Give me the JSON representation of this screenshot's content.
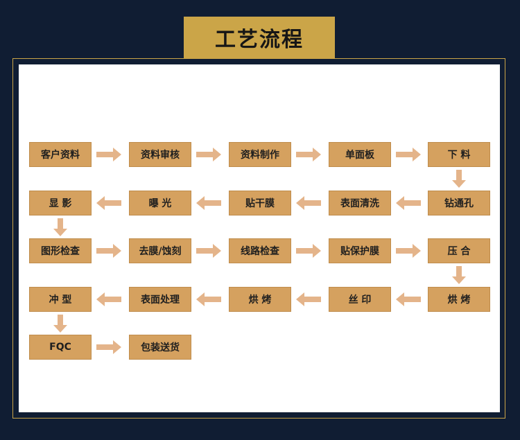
{
  "header": {
    "title": "工艺流程"
  },
  "steps": {
    "kehu_ziliao": "客户资料",
    "ziliao_shenhe": "资料审核",
    "ziliao_zhizuo": "资料制作",
    "dan_mianban": "单面板",
    "xia_liao": "下 料",
    "zuan_tongkong": "钻通孔",
    "biaomian_qingxi": "表面清洗",
    "tie_ganmo": "贴干膜",
    "baoguang": "曝 光",
    "xianying": "显 影",
    "tuxing_jiancha": "图形检查",
    "qumo_shike": "去膜/蚀刻",
    "xianlu_jiancha": "线路检查",
    "tie_baohumo": "贴保护膜",
    "yahe": "压 合",
    "hongkao_1": "烘 烤",
    "siyin": "丝 印",
    "hongkao_2": "烘 烤",
    "biaomian_chuli": "表面处理",
    "chongxing": "冲 型",
    "fqc": "FQC",
    "baozhuang_songhuo": "包装送货"
  },
  "colors": {
    "background": "#101d33",
    "accent_gold": "#cba548",
    "step_fill": "#d5a15f",
    "arrow_fill": "#e4b48a",
    "panel": "#ffffff"
  },
  "icons": {
    "flow_arrow": "arrow-icon"
  }
}
